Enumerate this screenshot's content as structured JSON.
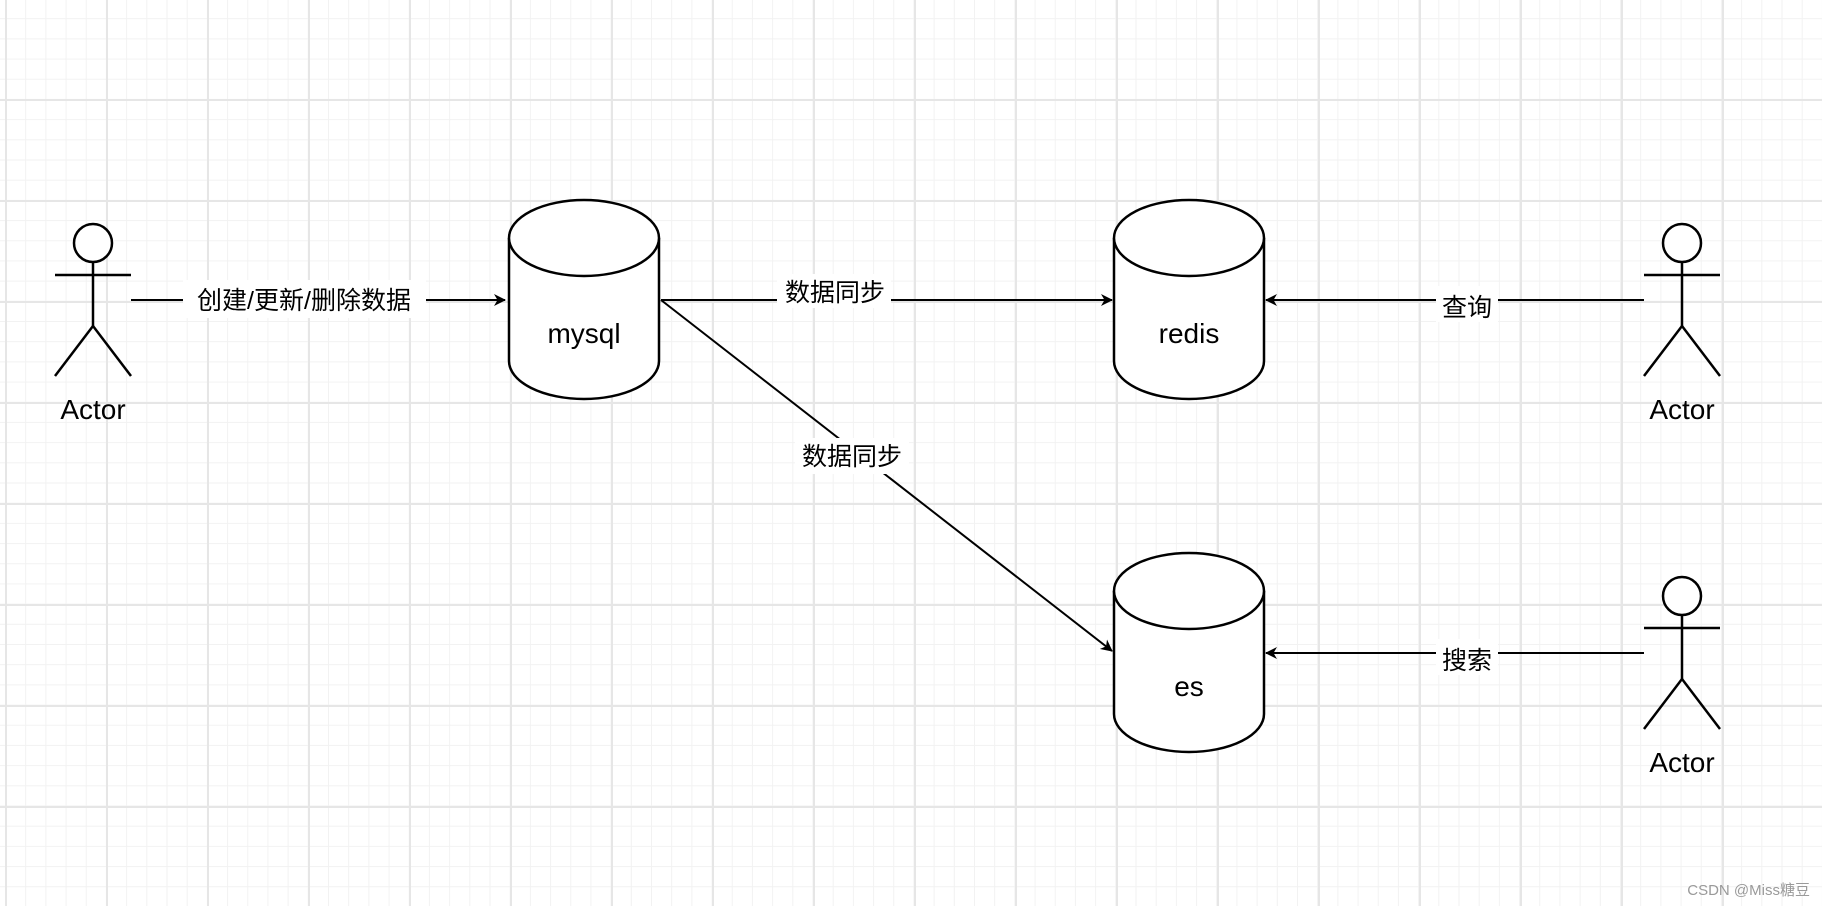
{
  "actors": [
    {
      "id": "actor-left",
      "label": "Actor"
    },
    {
      "id": "actor-right-top",
      "label": "Actor"
    },
    {
      "id": "actor-right-bottom",
      "label": "Actor"
    }
  ],
  "databases": [
    {
      "id": "mysql",
      "label": "mysql"
    },
    {
      "id": "redis",
      "label": "redis"
    },
    {
      "id": "es",
      "label": "es"
    }
  ],
  "edges": [
    {
      "id": "edge-create",
      "from": "Actor",
      "to": "mysql",
      "label": "创建/更新/删除数据"
    },
    {
      "id": "edge-sync-redis",
      "from": "mysql",
      "to": "redis",
      "label": "数据同步"
    },
    {
      "id": "edge-sync-es",
      "from": "mysql",
      "to": "es",
      "label": "数据同步"
    },
    {
      "id": "edge-query",
      "from": "Actor",
      "to": "redis",
      "label": "查询"
    },
    {
      "id": "edge-search",
      "from": "Actor",
      "to": "es",
      "label": "搜索"
    }
  ],
  "watermark": "CSDN @Miss糖豆"
}
